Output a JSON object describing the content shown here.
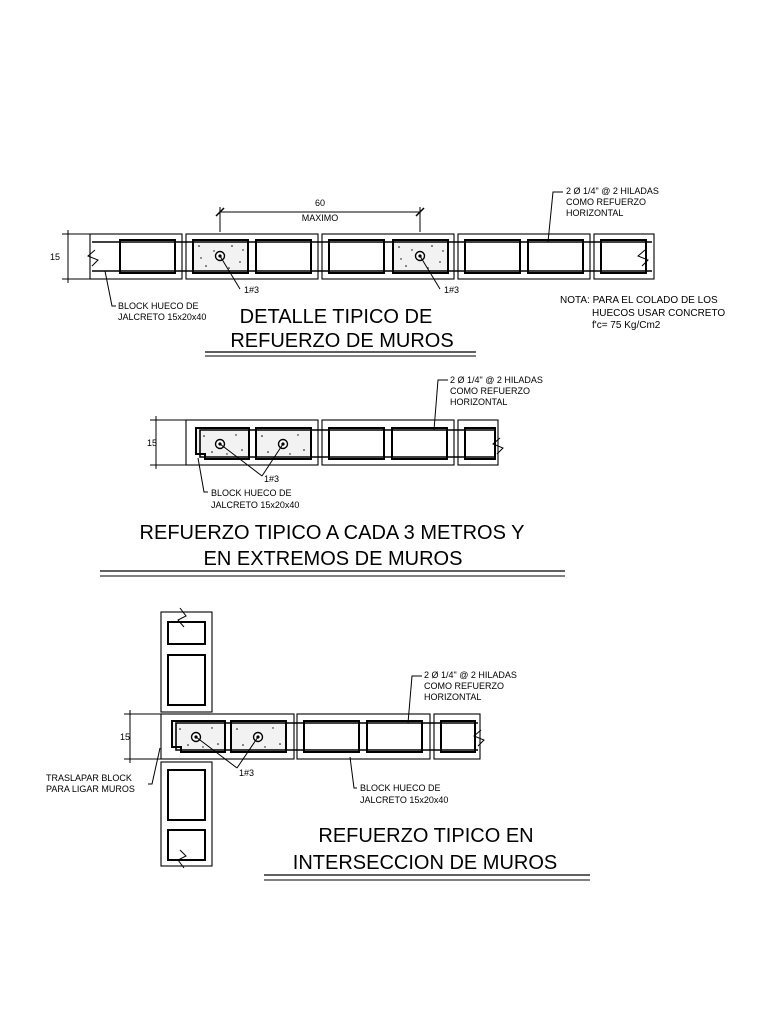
{
  "detail1": {
    "dim_value": "60",
    "dim_label": "MAXIMO",
    "height_dim": "15",
    "rebar_note": [
      "2 Ø 1/4\" @ 2 HILADAS",
      "COMO REFUERZO",
      "HORIZONTAL"
    ],
    "block_note": [
      "BLOCK HUECO DE",
      "JALCRETO 15x20x40"
    ],
    "bar_label_1": "1#3",
    "bar_label_2": "1#3",
    "nota": [
      "NOTA: PARA EL COLADO DE LOS",
      "HUECOS USAR CONCRETO",
      "f'c= 75 Kg/Cm2"
    ],
    "title": [
      "DETALLE TIPICO DE",
      "REFUERZO DE MUROS"
    ]
  },
  "detail2": {
    "height_dim": "15",
    "rebar_note": [
      "2 Ø 1/4\" @ 2 HILADAS",
      "COMO REFUERZO",
      "HORIZONTAL"
    ],
    "bar_label": "1#3",
    "block_note": [
      "BLOCK HUECO DE",
      "JALCRETO 15x20x40"
    ],
    "title": [
      "REFUERZO TIPICO A CADA 3 METROS Y",
      "EN EXTREMOS DE MUROS"
    ]
  },
  "detail3": {
    "height_dim": "15",
    "rebar_note": [
      "2 Ø 1/4\" @ 2 HILADAS",
      "COMO REFUERZO",
      "HORIZONTAL"
    ],
    "bar_label": "1#3",
    "lap_note": [
      "TRASLAPAR BLOCK",
      "PARA LIGAR MUROS"
    ],
    "block_note": [
      "BLOCK HUECO DE",
      "JALCRETO 15x20x40"
    ],
    "title": [
      "REFUERZO TIPICO EN",
      "INTERSECCION DE MUROS"
    ]
  }
}
